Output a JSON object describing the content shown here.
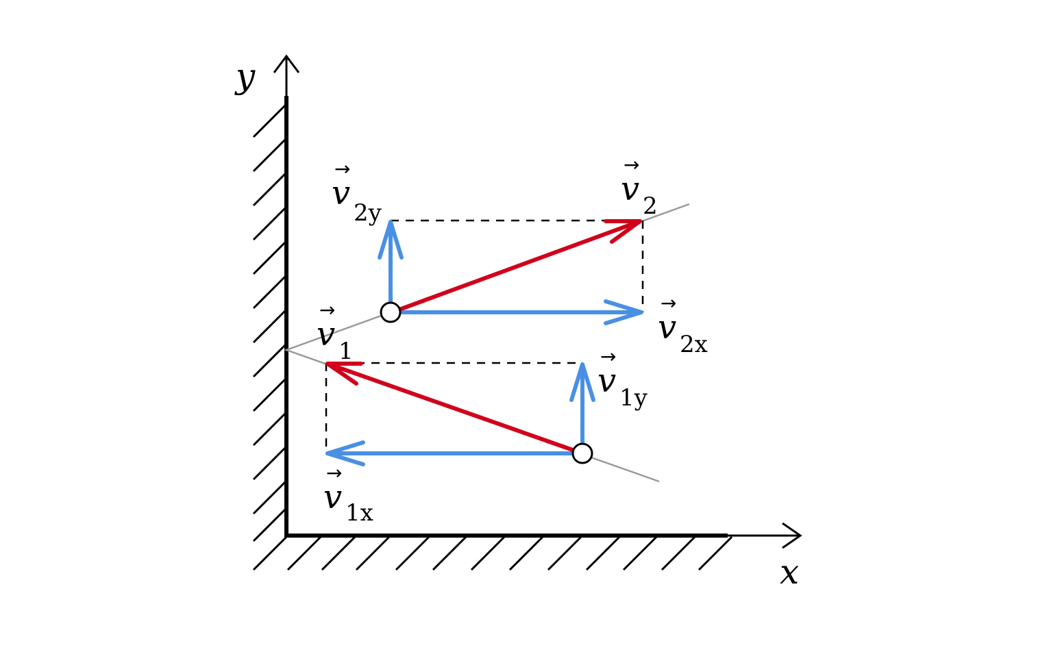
{
  "axes": {
    "x_label": "x",
    "y_label": "y"
  },
  "vectors": {
    "v1": {
      "symbol": "v",
      "subscript": "1"
    },
    "v1x": {
      "symbol": "v",
      "subscript": "1x"
    },
    "v1y": {
      "symbol": "v",
      "subscript": "1y"
    },
    "v2": {
      "symbol": "v",
      "subscript": "2"
    },
    "v2x": {
      "symbol": "v",
      "subscript": "2x"
    },
    "v2y": {
      "symbol": "v",
      "subscript": "2y"
    }
  },
  "colors": {
    "velocity": "#d0021b",
    "component": "#4a90e2",
    "guide": "#999999",
    "wall": "#000000"
  }
}
